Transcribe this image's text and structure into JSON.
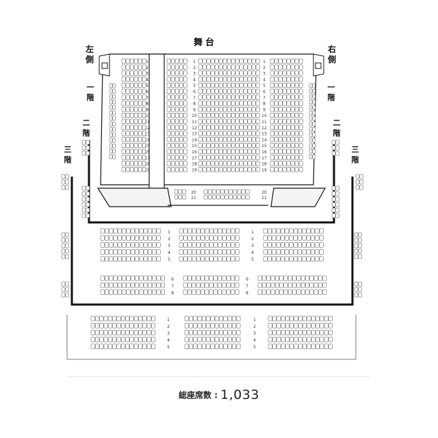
{
  "stage_label": "舞台",
  "side_left_label": "左側",
  "side_right_label": "右側",
  "floor1_label": "一階",
  "floor2_label": "二階",
  "floor3_label": "三階",
  "row_labels_first_floor": [
    "1",
    "2",
    "3",
    "4",
    "5",
    "6",
    "7",
    "8",
    "9",
    "10",
    "11",
    "12",
    "13",
    "14",
    "15",
    "16",
    "17",
    "18",
    "19"
  ],
  "row_labels_first_floor_front": [
    "20",
    "21"
  ],
  "row_labels_second_floor_a": [
    "1",
    "2",
    "3",
    "4",
    "5"
  ],
  "row_labels_second_floor_b": [
    "6",
    "7",
    "8"
  ],
  "row_labels_third_floor": [
    "1",
    "2",
    "3",
    "4",
    "5"
  ],
  "total_key": "総座席数 :",
  "total_value": "1,033",
  "colors": {
    "line": "#111111",
    "seat": "#444444",
    "divider": "#cccccc"
  }
}
